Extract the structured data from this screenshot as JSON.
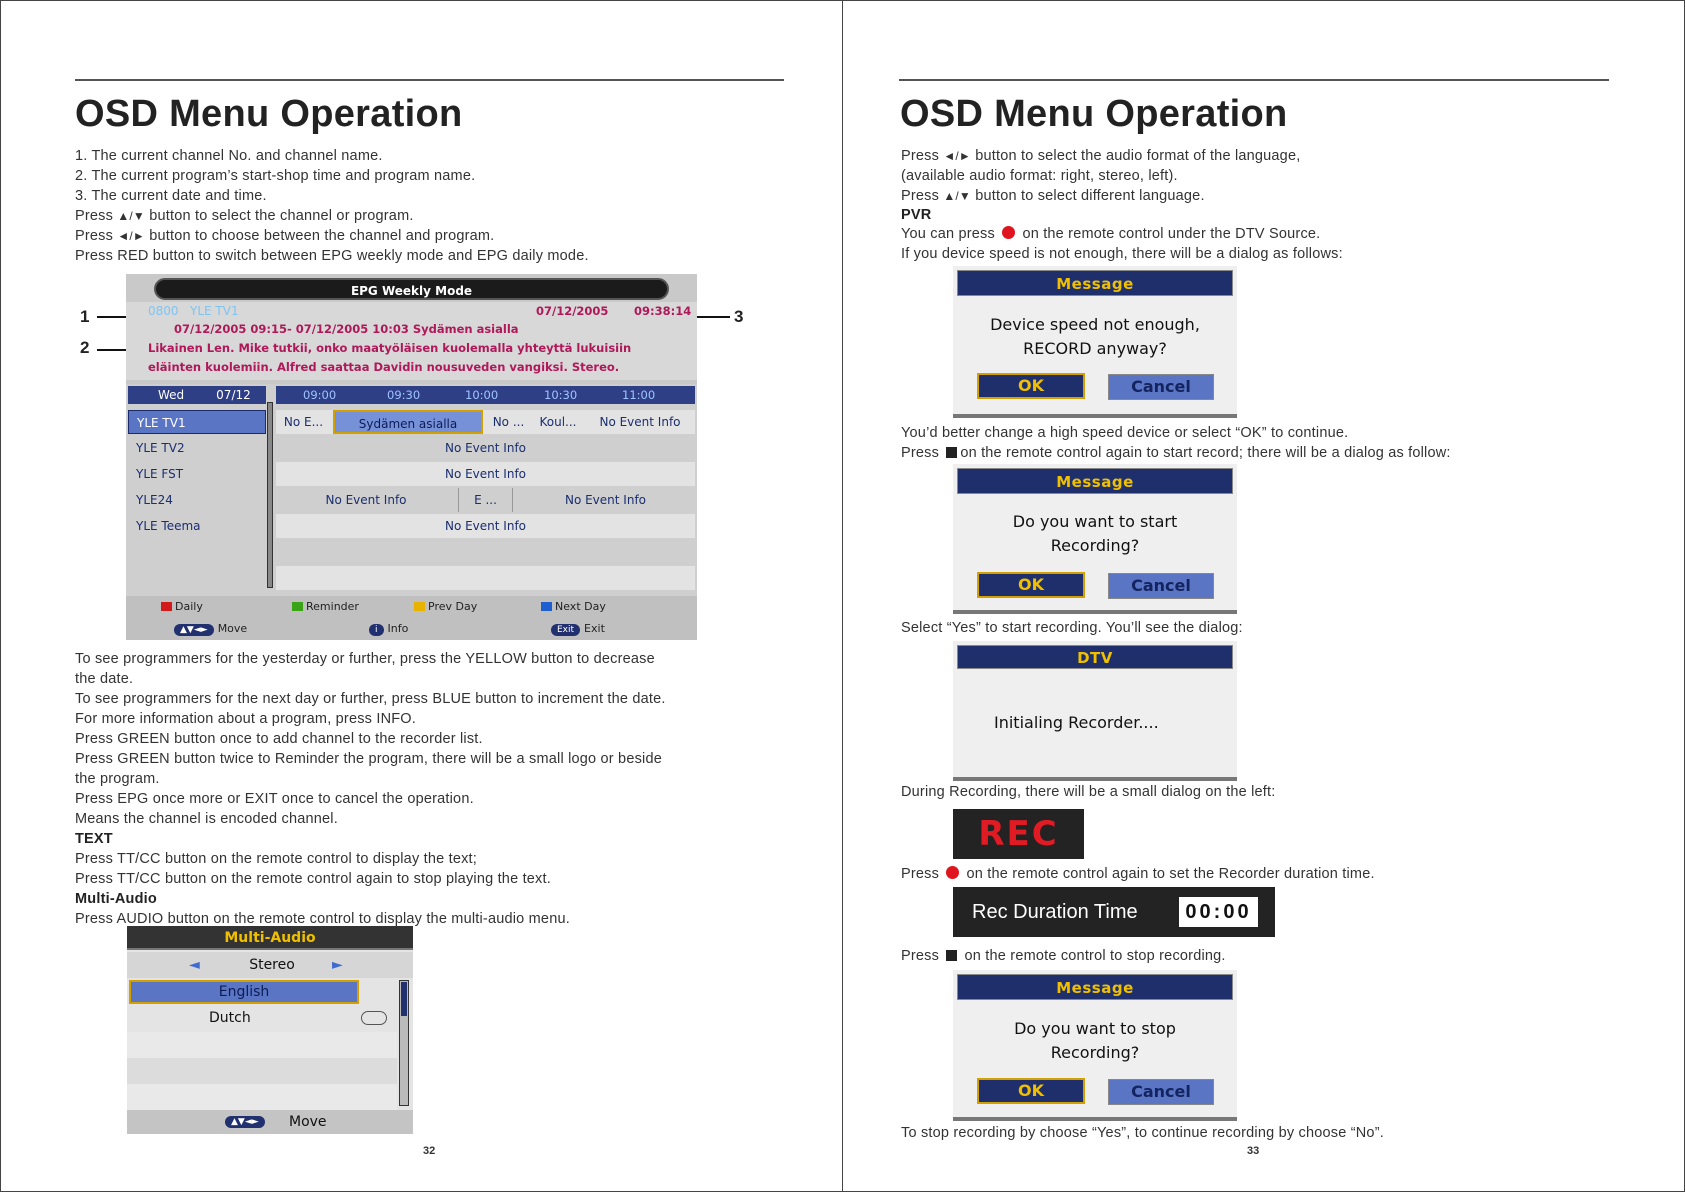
{
  "left_page": {
    "title": "OSD Menu Operation",
    "lines": [
      "1. The current channel No. and channel name.",
      "2. The current program’s start-shop time and program name.",
      "3. The current date and time.",
      "button to select the channel or program.",
      "button to choose between the channel and program.",
      "Press RED button to switch between EPG weekly mode and EPG daily mode."
    ],
    "press": "Press",
    "updown": "▲/▼",
    "leftright": "◄/►",
    "after_lines": [
      "To see programmers for the yesterday or further, press the YELLOW button to decrease",
      "the date.",
      "To see programmers for the next day or further, press BLUE button to increment the date.",
      "For more information about a program, press INFO.",
      "Press GREEN button once to add channel to the recorder list.",
      "Press GREEN button twice to Reminder the program, there will be a small logo or beside",
      "the program.",
      "Press EPG once more or EXIT once to cancel the operation.",
      "Means the channel is encoded channel."
    ],
    "text_heading": "TEXT",
    "text_lines": [
      "Press TT/CC button on the remote control to display the text;",
      "Press TT/CC button on the remote control again to stop playing the text."
    ],
    "multi_heading": "Multi-Audio",
    "multi_line": "Press AUDIO button on the remote control to display the multi-audio menu.",
    "page_number": "32"
  },
  "epg": {
    "header": "EPG Weekly Mode",
    "ch_no": "0800",
    "ch_name": "YLE TV1",
    "date": "07/12/2005",
    "time": "09:38:14",
    "prog_time": "07/12/2005  09:15- 07/12/2005 10:03 Sydämen asialla",
    "desc1": "Likainen Len. Mike tutkii, onko maatyöläisen kuolemalla yhteyttä lukuisiin",
    "desc2": "eläinten kuolemiin. Alfred saattaa Davidin nousuveden vangiksi. Stereo.",
    "day": "Wed",
    "daydate": "07/12",
    "times": [
      "09:00",
      "09:30",
      "10:00",
      "10:30",
      "11:00"
    ],
    "channels": [
      "YLE TV1",
      "YLE TV2",
      "YLE FST",
      "YLE24",
      "YLE Teema"
    ],
    "row1": [
      "No E...",
      "Sydämen asialla",
      "No ...",
      "Koul...",
      "No Event Info"
    ],
    "no_event": "No Event Info",
    "short_e": "E ...",
    "legend": [
      "Daily",
      "Reminder",
      "Prev Day",
      "Next Day"
    ],
    "nav": [
      "Move",
      "Info",
      "Exit"
    ],
    "pill_move": "▲▼◄►",
    "pill_info": "i",
    "pill_exit": "Exit",
    "callouts": [
      "1",
      "2",
      "3"
    ]
  },
  "multi_audio": {
    "header": "Multi-Audio",
    "mode": "Stereo",
    "items": [
      "English",
      "Dutch"
    ],
    "move": "Move",
    "pill_move": "▲▼◄►"
  },
  "right_page": {
    "title": "OSD Menu Operation",
    "press": "Press",
    "leftright": "◄/►",
    "updown": "▲/▼",
    "l1": "button to select the audio format of the language,",
    "l2": "(available audio format: right, stereo, left).",
    "l3": "button to select different language.",
    "pvr_heading": "PVR",
    "l4a": "You can press",
    "l4b": "on the remote control under the DTV Source.",
    "l5": "If you device speed is not enough, there will be a dialog as follows:",
    "l6": "You’d better change a high speed device or select  “OK” to continue.",
    "l7b": "on the remote control again to start record; there will be a dialog as follow:",
    "l8": "Select  “Yes” to start recording. You’ll see the dialog:",
    "l9": "During Recording, there will be a small dialog on the left:",
    "l10b": "on  the  remote  control  again  to  set  the  Recorder  duration  time.",
    "l11b": "on  the  remote  control  to  stop  recording.",
    "l12": "To stop recording by choose  “Yes”, to continue recording by choose  “No”.",
    "page_number": "33"
  },
  "dialogs": {
    "message": "Message",
    "ok": "OK",
    "cancel": "Cancel",
    "d1_line1": "Device speed not enough,",
    "d1_line2": "RECORD anyway?",
    "d2_line1": "Do you want to start",
    "d2_line2": "Recording?",
    "dtv_header": "DTV",
    "dtv_msg": "Initialing Recorder....",
    "rec": "REC",
    "rec_duration_label": "Rec Duration Time",
    "rec_duration_value": "00:00",
    "d4_line1": "Do you want to stop",
    "d4_line2": "Recording?"
  }
}
